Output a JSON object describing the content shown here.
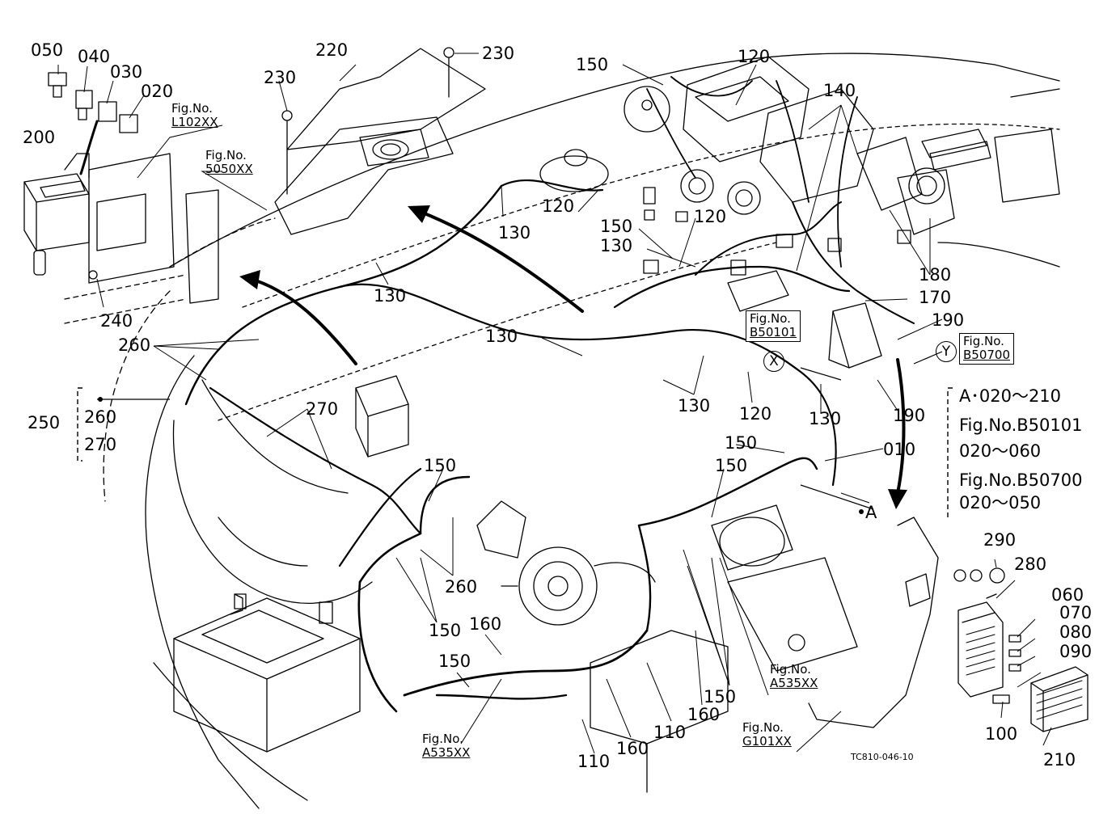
{
  "part_labels": [
    {
      "id": "050",
      "text": "050"
    },
    {
      "id": "040",
      "text": "040"
    },
    {
      "id": "030",
      "text": "030"
    },
    {
      "id": "020",
      "text": "020"
    },
    {
      "id": "200",
      "text": "200"
    },
    {
      "id": "240",
      "text": "240"
    },
    {
      "id": "260a",
      "text": "260"
    },
    {
      "id": "250",
      "text": "250"
    },
    {
      "id": "260b",
      "text": "260"
    },
    {
      "id": "270a",
      "text": "270"
    },
    {
      "id": "270b",
      "text": "270"
    },
    {
      "id": "220",
      "text": "220"
    },
    {
      "id": "230a",
      "text": "230"
    },
    {
      "id": "230b",
      "text": "230"
    },
    {
      "id": "130a",
      "text": "130"
    },
    {
      "id": "120a",
      "text": "120"
    },
    {
      "id": "130b",
      "text": "130"
    },
    {
      "id": "150a",
      "text": "150"
    },
    {
      "id": "120b",
      "text": "120"
    },
    {
      "id": "140",
      "text": "140"
    },
    {
      "id": "120c",
      "text": "120"
    },
    {
      "id": "150b",
      "text": "150"
    },
    {
      "id": "130c",
      "text": "130"
    },
    {
      "id": "180",
      "text": "180"
    },
    {
      "id": "170",
      "text": "170"
    },
    {
      "id": "190a",
      "text": "190"
    },
    {
      "id": "190b",
      "text": "190"
    },
    {
      "id": "130d",
      "text": "130"
    },
    {
      "id": "130e",
      "text": "130"
    },
    {
      "id": "120d",
      "text": "120"
    },
    {
      "id": "130f",
      "text": "130"
    },
    {
      "id": "150c",
      "text": "150"
    },
    {
      "id": "010",
      "text": "010"
    },
    {
      "id": "150d",
      "text": "150"
    },
    {
      "id": "150e",
      "text": "150"
    },
    {
      "id": "260c",
      "text": "260"
    },
    {
      "id": "150f",
      "text": "150"
    },
    {
      "id": "160a",
      "text": "160"
    },
    {
      "id": "150g",
      "text": "150"
    },
    {
      "id": "110a",
      "text": "110"
    },
    {
      "id": "160b",
      "text": "160"
    },
    {
      "id": "110b",
      "text": "110"
    },
    {
      "id": "160c",
      "text": "160"
    },
    {
      "id": "150h",
      "text": "150"
    },
    {
      "id": "290",
      "text": "290"
    },
    {
      "id": "280",
      "text": "280"
    },
    {
      "id": "060",
      "text": "060"
    },
    {
      "id": "070",
      "text": "070"
    },
    {
      "id": "080",
      "text": "080"
    },
    {
      "id": "090",
      "text": "090"
    },
    {
      "id": "100",
      "text": "100"
    },
    {
      "id": "210",
      "text": "210"
    },
    {
      "id": "A",
      "text": "A"
    }
  ],
  "fig_refs": [
    {
      "id": "L102",
      "prefix": "Fig.No.",
      "code": "L102XX"
    },
    {
      "id": "5050",
      "prefix": "Fig.No.",
      "code": "5050XX"
    },
    {
      "id": "B50101",
      "prefix": "Fig.No.",
      "code": "B50101"
    },
    {
      "id": "B50700",
      "prefix": "Fig.No.",
      "code": "B50700"
    },
    {
      "id": "A535a",
      "prefix": "Fig.No.",
      "code": "A535XX"
    },
    {
      "id": "A535b",
      "prefix": "Fig.No.",
      "code": "A535XX"
    },
    {
      "id": "G101",
      "prefix": "Fig.No.",
      "code": "G101XX"
    }
  ],
  "markers": {
    "x": "X",
    "y": "Y"
  },
  "legend": {
    "line1": "A･020～210",
    "line2": "Fig.No.B50101",
    "line3": "020～060",
    "line4": "Fig.No.B50700",
    "line5": "020～050"
  },
  "drawing_number": "TC810-046-10"
}
